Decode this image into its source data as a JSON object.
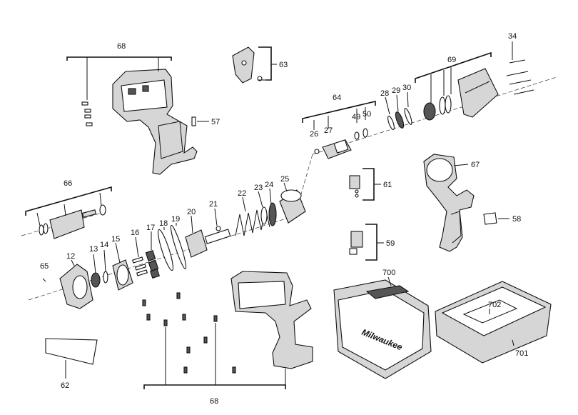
{
  "diagram": {
    "brand_logo": "Milwaukee",
    "callouts": {
      "c68_top": "68",
      "c63": "63",
      "c57": "57",
      "c34": "34",
      "c69": "69",
      "c64": "64",
      "c28": "28",
      "c29": "29",
      "c30": "30",
      "c49": "49",
      "c50": "50",
      "c26": "26",
      "c27": "27",
      "c67": "67",
      "c66": "66",
      "c22": "22",
      "c23": "23",
      "c24": "24",
      "c25": "25",
      "c21": "21",
      "c20": "20",
      "c19": "19",
      "c18": "18",
      "c17": "17",
      "c16": "16",
      "c15": "15",
      "c14": "14",
      "c13": "13",
      "c12": "12",
      "c65": "65",
      "c61": "61",
      "c58": "58",
      "c59": "59",
      "c700": "700",
      "c702": "702",
      "c701": "701",
      "c62": "62",
      "c68_bottom": "68"
    }
  }
}
